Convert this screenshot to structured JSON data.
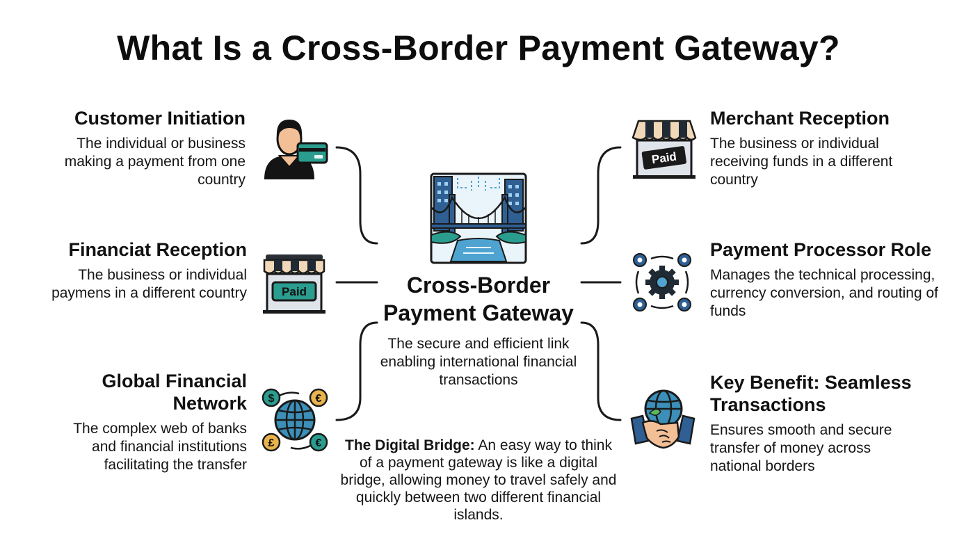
{
  "title": "What Is a Cross-Border Payment Gateway?",
  "center": {
    "title_line1": "Cross-Border",
    "title_line2": "Payment Gateway",
    "desc": "The secure and efficient link enabling international financial transactions",
    "icon": "bridge-city-icon"
  },
  "note": {
    "label": "The Digital Bridge:",
    "text": "An easy way to think of a payment gateway is like a digital bridge, allowing money to travel safely and quickly between two different financial islands."
  },
  "left": [
    {
      "title": "Customer Initiation",
      "desc": "The individual or business making a payment from one country",
      "icon": "customer-card-icon"
    },
    {
      "title": "Financiat Reception",
      "desc": "The business or individual paymens in a different country",
      "icon": "storefront-paid-icon",
      "badge": "Paid"
    },
    {
      "title": "Global Financial Network",
      "desc": "The complex web of banks and financial institutions facilitating the transfer",
      "icon": "globe-currencies-icon",
      "currencies": [
        "$",
        "€",
        "£",
        "€"
      ]
    }
  ],
  "right": [
    {
      "title": "Merchant Reception",
      "desc": "The business or individual receiving funds in a different country",
      "icon": "storefront-paid-icon",
      "badge": "Paid"
    },
    {
      "title": "Payment Processor Role",
      "desc": "Manages the technical processing, currency conversion, and routing of funds",
      "icon": "gears-icon"
    },
    {
      "title": "Key Benefit: Seamless Transactions",
      "desc": "Ensures smooth and secure transfer of money across national borders",
      "icon": "globe-handshake-icon"
    }
  ],
  "colors": {
    "dark": "#1f2a35",
    "teal": "#2a9d8f",
    "gold": "#e9b44c",
    "blue": "#2f5f93",
    "sky": "#4fa3d1"
  }
}
